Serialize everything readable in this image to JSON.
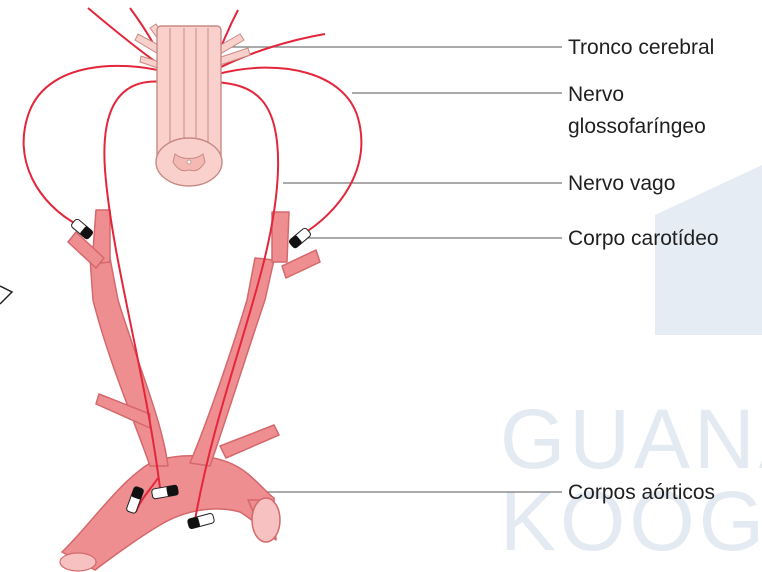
{
  "labels": {
    "brainstem": "Tronco cerebral",
    "glossopharyngeal_line1": "Nervo",
    "glossopharyngeal_line2": "glossofaríngeo",
    "vagus": "Nervo vago",
    "carotid_body": "Corpo carotídeo",
    "aortic_bodies": "Corpos aórticos"
  },
  "watermark": {
    "line1": "GUANA",
    "line2": "KOOG"
  },
  "colors": {
    "vessel_fill": "#ef8e90",
    "vessel_stroke": "#d4686c",
    "nerve": "#e3263b",
    "brainstem_fill": "#f9d0cb",
    "brainstem_stroke": "#c78a85",
    "leader": "#777777",
    "watermark": "#e4eaf2"
  }
}
